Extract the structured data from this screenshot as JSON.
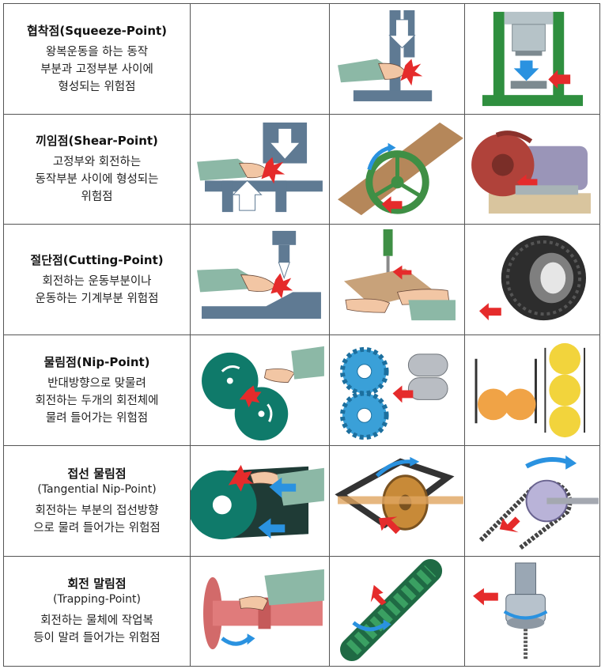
{
  "rows": [
    {
      "title": "협착점(Squeeze-Point)",
      "subtitle": "",
      "lines": [
        "왕복운동을 하는 동작",
        "부분과 고정부분 사이에",
        "형성되는 위험점"
      ],
      "illustrations": [
        "press-die-hand",
        "vertical-press-frame"
      ]
    },
    {
      "title": "끼임점(Shear-Point)",
      "subtitle": "",
      "lines": [
        "고정부와 회전하는",
        "동작부분 사이에 형성되는",
        "위험점"
      ],
      "illustrations": [
        "shear-press-hand",
        "handwheel-board",
        "grinder-wheel"
      ]
    },
    {
      "title": "절단점(Cutting-Point)",
      "subtitle": "",
      "lines": [
        "회전하는 운동부분이나",
        "운동하는 기계부분 위험점"
      ],
      "illustrations": [
        "cutting-blade-hand",
        "drill-board-hands",
        "milling-cutter"
      ]
    },
    {
      "title": "물림점(Nip-Point)",
      "subtitle": "",
      "lines": [
        "반대방향으로 맞물려",
        "회전하는 두개의 회전체에",
        "물려 들어가는 위험점"
      ],
      "illustrations": [
        "nip-rollers-hand",
        "meshing-gears-rollers",
        "roller-stack"
      ]
    },
    {
      "title": "접선 물림점",
      "subtitle": "(Tangential Nip-Point)",
      "lines": [
        "회전하는 부분의 접선방향",
        "으로 물려 들어가는 위험점"
      ],
      "illustrations": [
        "belt-pulley-hand",
        "v-belt-pulley",
        "chain-sprocket"
      ]
    },
    {
      "title": "회전 말림점",
      "subtitle": "(Trapping-Point)",
      "lines": [
        "회전하는 물체에 작업복",
        "등이 말려 들어가는 위험점"
      ],
      "illustrations": [
        "rotating-shaft-hand",
        "rotating-screw-shaft",
        "drill-spindle"
      ]
    }
  ]
}
